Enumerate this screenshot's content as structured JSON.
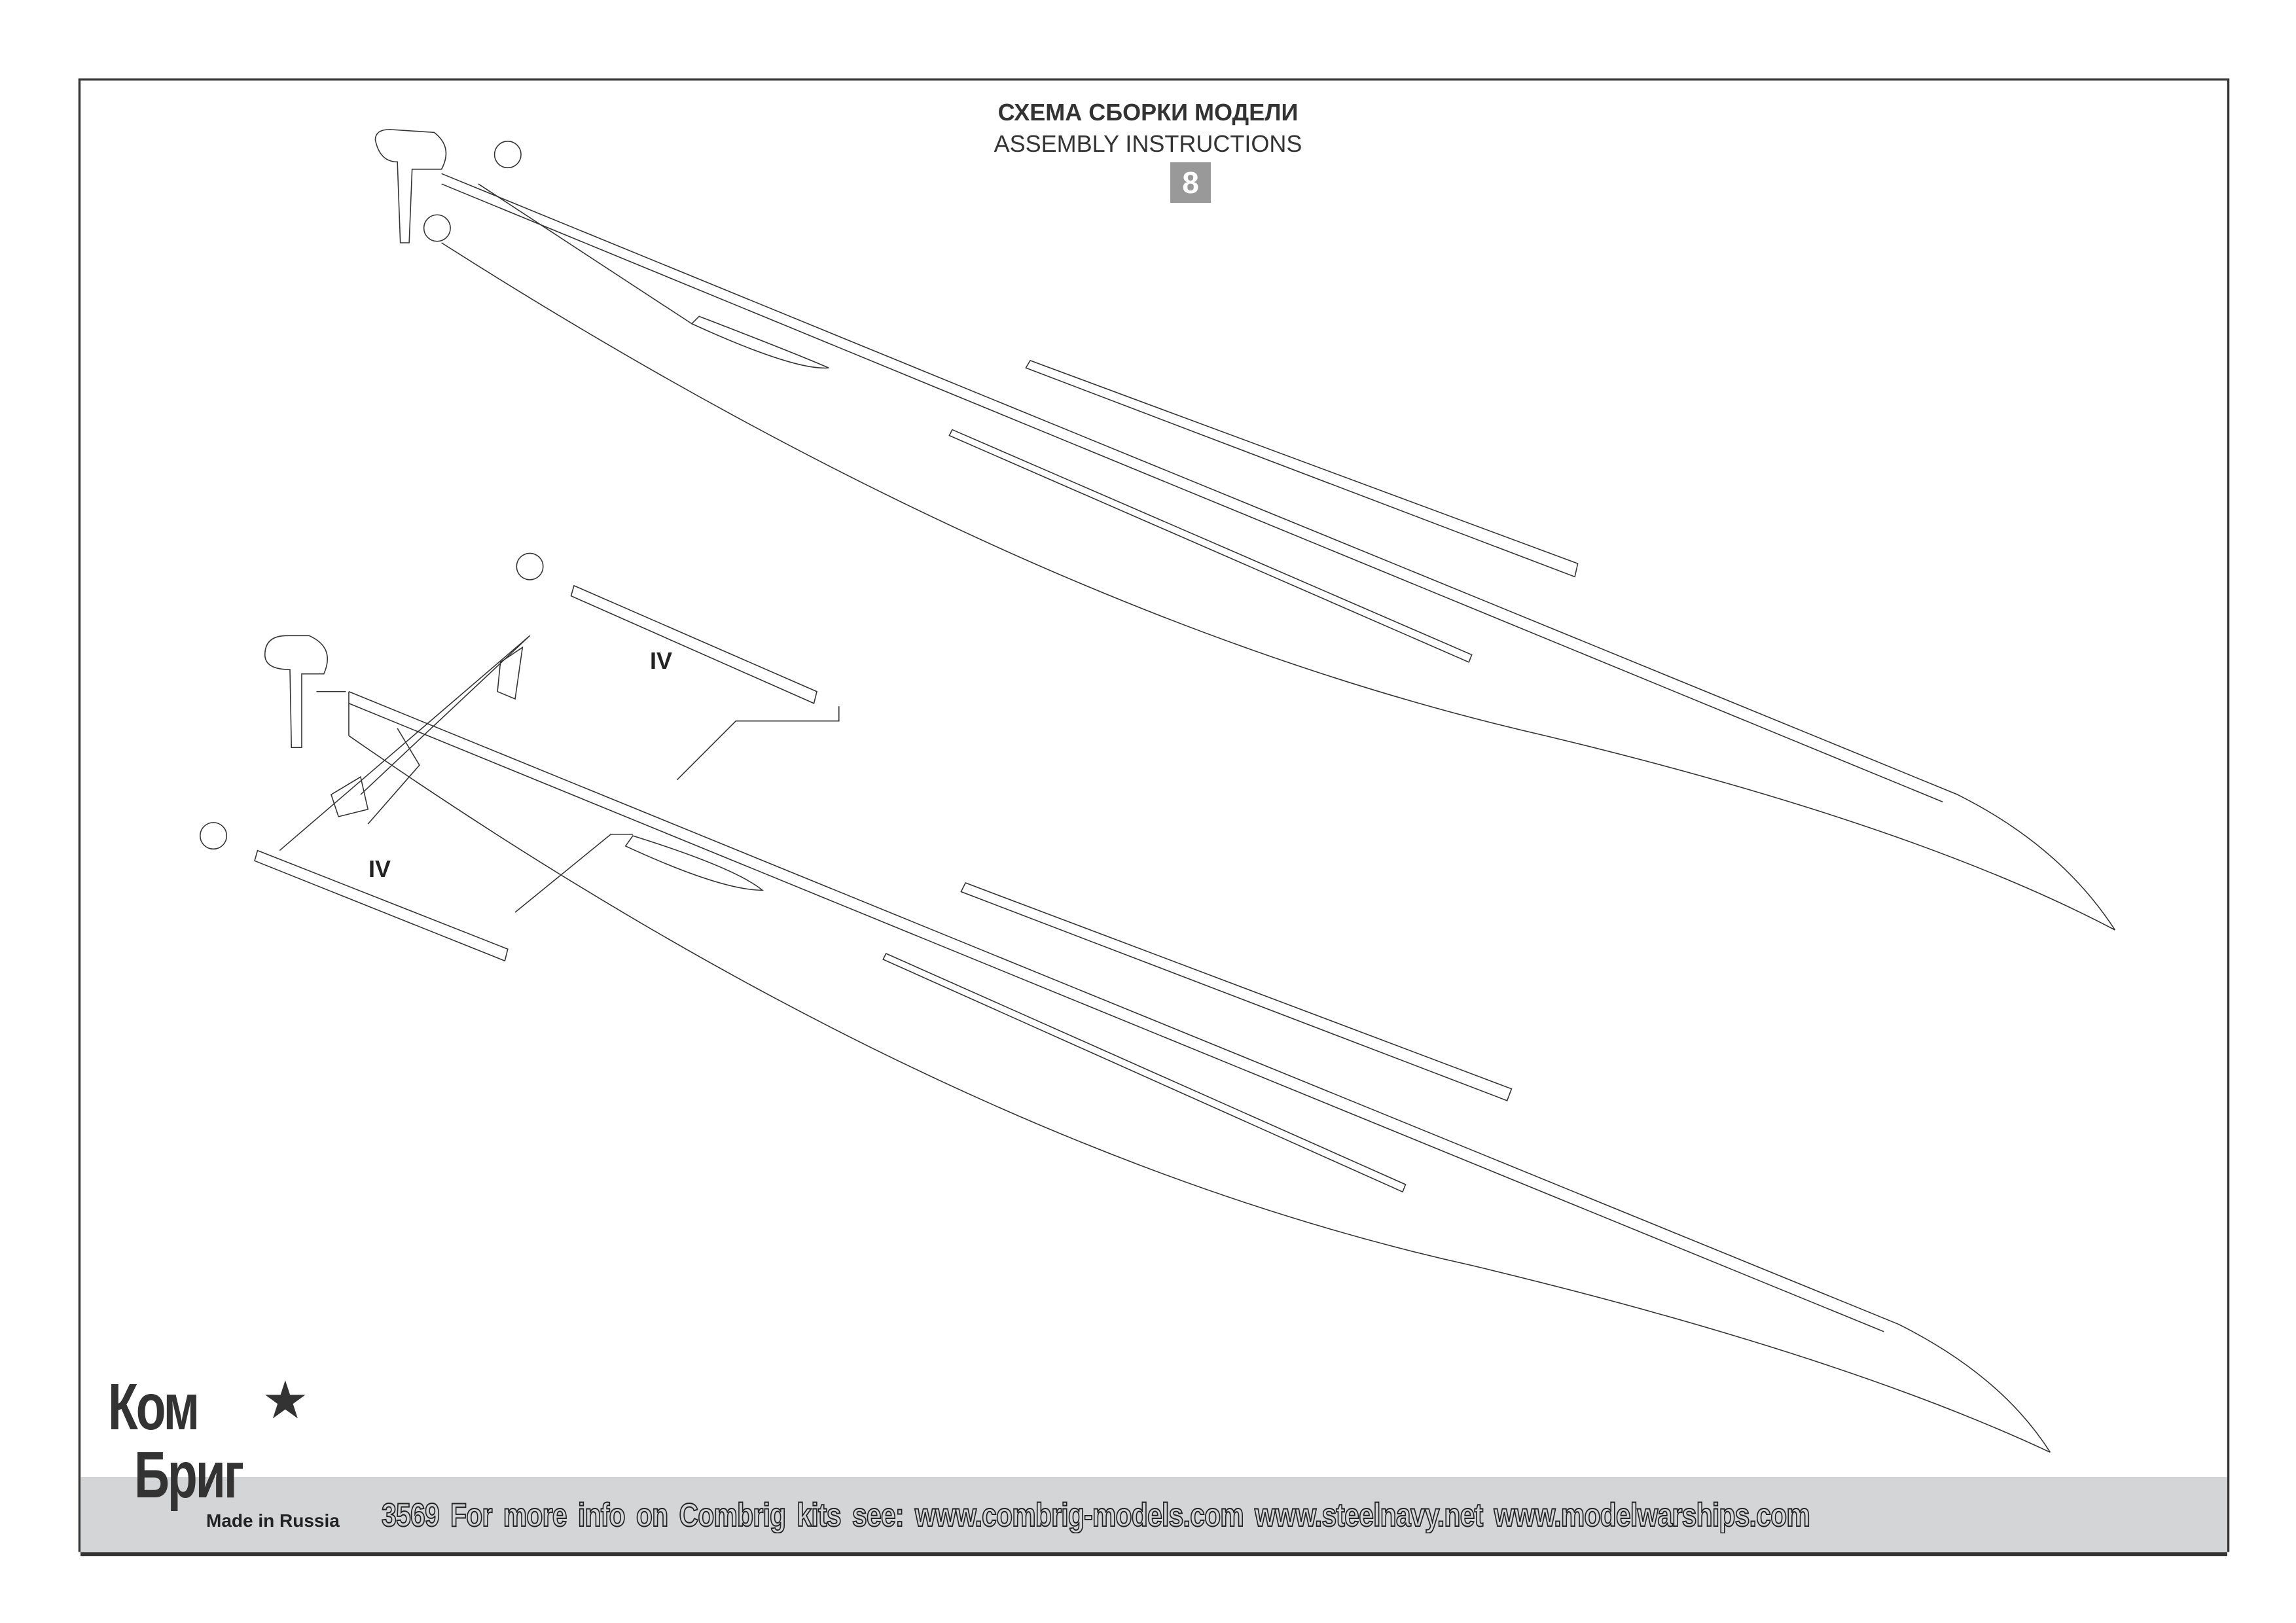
{
  "header": {
    "title_ru": "СХЕМА СБОРКИ МОДЕЛИ",
    "title_en": "ASSEMBLY INSTRUCTIONS",
    "step_number": "8"
  },
  "labels": {
    "upper_part": "IV",
    "lower_part": "IV"
  },
  "logo": {
    "line1": "Ком",
    "line2": "Бриг",
    "made_in": "Made in Russia"
  },
  "footer": {
    "text": "3569  For more info on Combrig kits see:    www.combrig-models.com   www.steelnavy.net   www.modelwarships.com"
  },
  "colors": {
    "footer_band": "#d4d5d7",
    "badge": "#999999",
    "ink": "#333333"
  }
}
